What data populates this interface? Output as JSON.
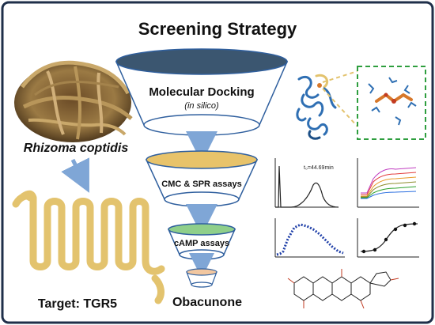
{
  "title": "Screening Strategy",
  "left": {
    "source_label": "Rhizoma coptidis",
    "target_label": "Target: TGR5"
  },
  "funnel": {
    "stage1_label": "Molecular Docking",
    "stage1_sublabel": "(in silico)",
    "stage2_label": "CMC & SPR assays",
    "stage3_label": "cAMP assays",
    "result_label": "Obacunone"
  },
  "plots": {
    "chromatogram_annotation": "t₀=44.69min"
  },
  "colors": {
    "frame": "#1f2f4a",
    "funnel_top": "#3b5670",
    "stage2_fill": "#e8c36a",
    "stage3_fill": "#8fcf8a",
    "stage4_fill": "#f2c7a0",
    "arrow": "#7fa6d6",
    "protein": "#2f6fb3",
    "ligand": "#d7782b",
    "tgr5": "#e3c36e",
    "zoom_box": "#2e9e3e"
  }
}
